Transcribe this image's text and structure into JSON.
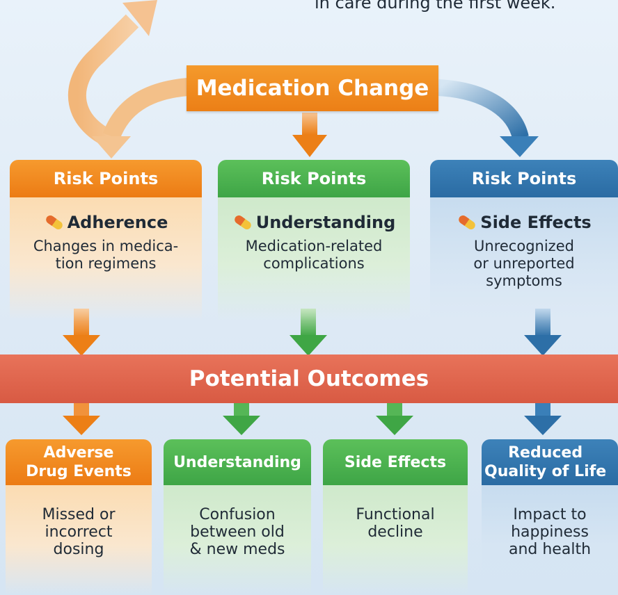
{
  "caption": "in care during the first week.",
  "top_banner": "Medication Change",
  "middle_banner": "Potential Outcomes",
  "risk_cards": [
    {
      "header": "Risk Points",
      "title": "Adherence",
      "desc_1": "Changes in medica-",
      "desc_2": "tion regimens",
      "desc_3": ""
    },
    {
      "header": "Risk Points",
      "title": "Understanding",
      "desc_1": "Medication-related",
      "desc_2": "complications",
      "desc_3": ""
    },
    {
      "header": "Risk Points",
      "title": "Side Effects",
      "desc_1": "Unrecognized",
      "desc_2": "or unreported",
      "desc_3": "symptoms"
    }
  ],
  "outcome_cards": [
    {
      "header_1": "Adverse",
      "header_2": "Drug Events",
      "desc_1": "Missed or",
      "desc_2": "incorrect",
      "desc_3": "dosing"
    },
    {
      "header_1": "Understanding",
      "header_2": "",
      "desc_1": "Confusion",
      "desc_2": "between old",
      "desc_3": "& new meds"
    },
    {
      "header_1": "Side Effects",
      "header_2": "",
      "desc_1": "Functional",
      "desc_2": "decline",
      "desc_3": ""
    },
    {
      "header_1": "Reduced",
      "header_2": "Quality of Life",
      "desc_1": "Impact to",
      "desc_2": "happiness",
      "desc_3": "and health"
    }
  ],
  "colors": {
    "orange": "#ec7f16",
    "green": "#45ad4a",
    "blue": "#2d6fa7",
    "red": "#dc5f48"
  },
  "icons": {
    "risk_marker": "pill-icon",
    "flow": "arrow-down-icon"
  }
}
